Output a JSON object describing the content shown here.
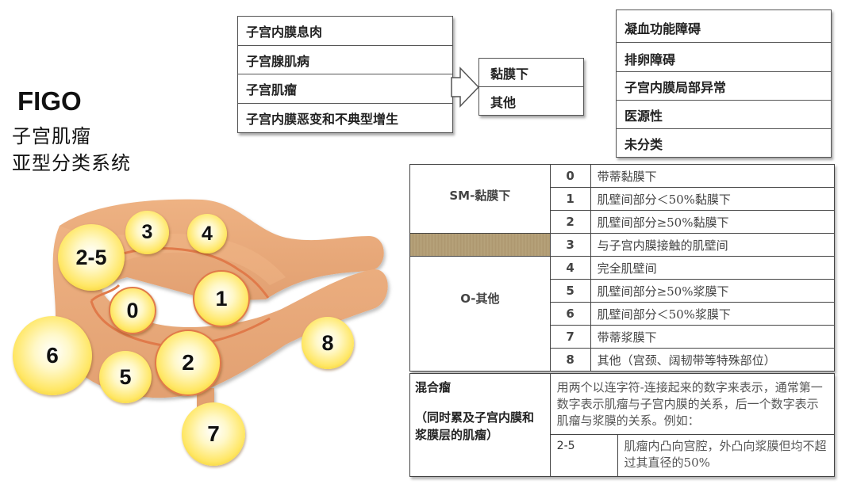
{
  "title": {
    "figo": "FIGO",
    "line1": "子宫肌瘤",
    "line2": "亚型分类系统"
  },
  "structural_box": {
    "items": [
      "子宫内膜息肉",
      "子宫腺肌病",
      "子宫肌瘤",
      "子宫内膜恶变和不典型增生"
    ]
  },
  "subtype_box": {
    "items": [
      "黏膜下",
      "其他"
    ]
  },
  "nonstructural_box": {
    "items": [
      "凝血功能障碍",
      "排卵障碍",
      "子宫内膜局部异常",
      "医源性",
      "未分类"
    ]
  },
  "diagram": {
    "labels": [
      "0",
      "1",
      "2",
      "3",
      "4",
      "5",
      "6",
      "7",
      "8",
      "2-5"
    ],
    "colors": {
      "uterus": "#e9a979",
      "cavity_line": "#e07a4a",
      "fibroid": "#ffe766"
    }
  },
  "classification_table": {
    "groups": [
      {
        "label": "SM-黏膜下",
        "rows": [
          {
            "code": "0",
            "desc": "带蒂黏膜下"
          },
          {
            "code": "1",
            "desc": "肌壁间部分＜50%黏膜下"
          },
          {
            "code": "2",
            "desc": "肌壁间部分≥50%黏膜下"
          }
        ]
      },
      {
        "label": "",
        "rows": [
          {
            "code": "3",
            "desc": "与子宫内膜接触的肌壁间"
          }
        ]
      },
      {
        "label": "O-其他",
        "rows": [
          {
            "code": "4",
            "desc": "完全肌壁间"
          },
          {
            "code": "5",
            "desc": "肌壁间部分≥50%浆膜下"
          },
          {
            "code": "6",
            "desc": "肌壁间部分＜50%浆膜下"
          },
          {
            "code": "7",
            "desc": "带蒂浆膜下"
          },
          {
            "code": "8",
            "desc": "其他（宫颈、阔韧带等特殊部位）"
          }
        ]
      }
    ]
  },
  "mixed_table": {
    "label_title": "混合瘤",
    "label_note": "（同时累及子宫内膜和浆膜层的肌瘤）",
    "description": "用两个以连字符-连接起来的数字来表示，通常第一数字表示肌瘤与子宫内膜的关系，后一个数字表示肌瘤与浆膜的关系。例如：",
    "example_code": "2-5",
    "example_desc": "肌瘤内凸向宫腔，外凸向浆膜但均不超过其直径的50%"
  }
}
